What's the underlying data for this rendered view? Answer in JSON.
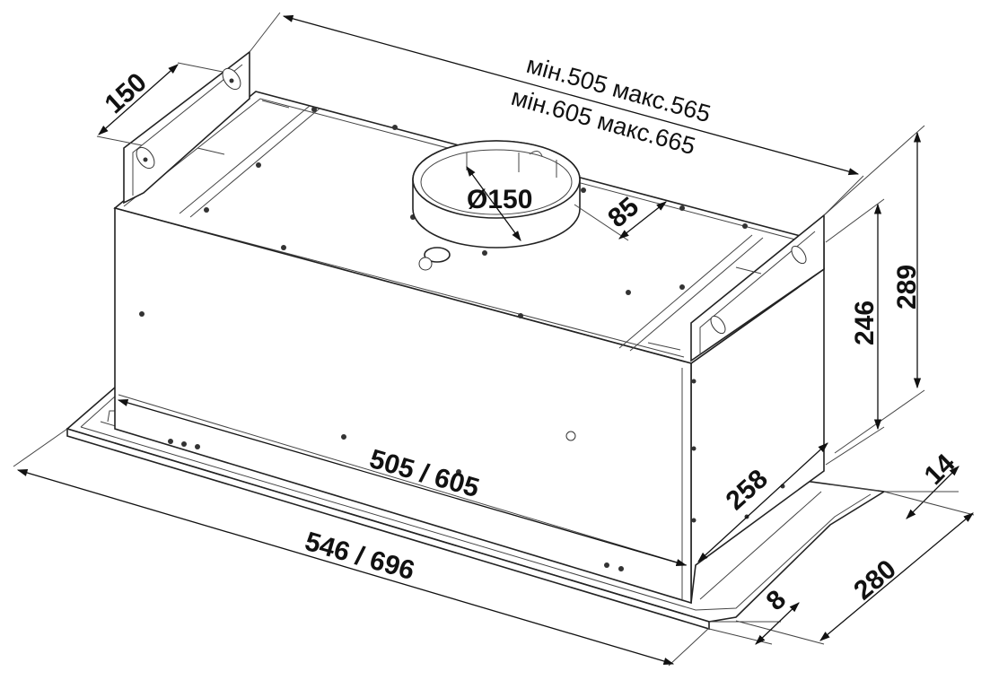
{
  "labels": {
    "min_max_1": "мін.505 макс.565",
    "min_max_2": "мін.605 макс.665",
    "duct_diameter": "Ø150",
    "depth_bracket": "150",
    "duct_offset": "85",
    "total_height": "289",
    "body_height": "246",
    "body_width": "505 / 605",
    "body_depth": "258",
    "frame_width": "546 / 696",
    "frame_thickness": "14",
    "frame_depth": "280",
    "flange_height": "8"
  },
  "colors": {
    "line": "#222222",
    "background": "#ffffff"
  }
}
